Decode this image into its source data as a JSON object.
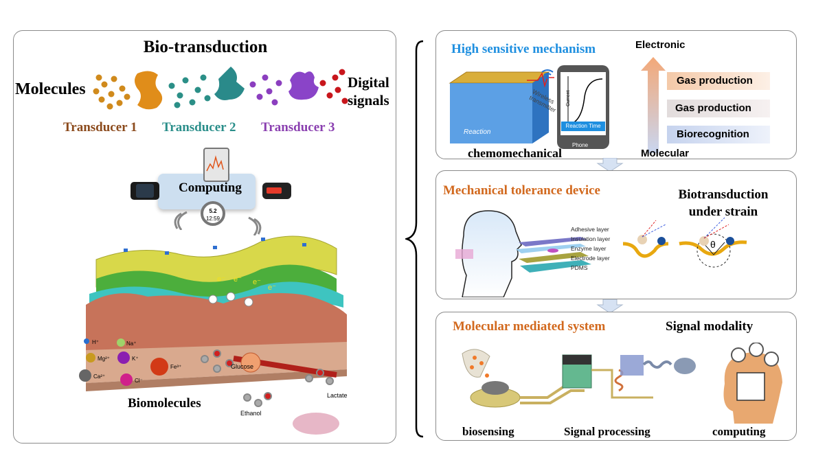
{
  "left": {
    "title": "Bio-transduction",
    "molecules_label": "Molecules",
    "digital_label_1": "Digital",
    "digital_label_2": "signals",
    "transducers": [
      "Transducer 1",
      "Transducer 2",
      "Transducer 3"
    ],
    "transducer_colors": [
      "#8b4a1c",
      "#2a8e8a",
      "#8a3fb0"
    ],
    "computing_label": "Computing",
    "watch_values": [
      "5.2",
      "12:59"
    ],
    "biomolecules_label": "Biomolecules",
    "ions": [
      "H⁺",
      "Na⁺",
      "Mg²⁺",
      "K⁺",
      "Fe³⁺",
      "Ca²⁺",
      "Cl⁻"
    ],
    "molecule_names": [
      "Glucose",
      "Ethanol",
      "Lactate"
    ],
    "electron_labels": [
      "e⁻",
      "e⁻",
      "e⁻",
      "e⁻"
    ]
  },
  "top": {
    "title": "High sensitive mechanism",
    "title_color": "#1e8fe0",
    "reaction_label": "Reaction",
    "wireless_label_1": "Wireless",
    "wireless_label_2": "transmitter",
    "plot_ylabel": "Current",
    "plot_xlabel": "Reaction Time",
    "phone_label": "Phone",
    "chemo_label": "chemomechanical",
    "electronic_label": "Electronic",
    "levels": [
      "Gas production",
      "Gas production",
      "Biorecognition"
    ],
    "molecular_label": "Molecular"
  },
  "mid": {
    "title": "Mechanical tolerance device",
    "title_color": "#d2691e",
    "layers": [
      "Adhesive layer",
      "Insulation layer",
      "Enzyme layer",
      "Electrode layer",
      "PDMS"
    ],
    "bio_title_1": "Biotransduction",
    "bio_title_2": "under strain",
    "theta": "θ"
  },
  "bot": {
    "title": "Molecular mediated system",
    "title_color": "#d2691e",
    "modality_label": "Signal modality",
    "biosensing_label": "biosensing",
    "processing_label": "Signal processing",
    "computing_label": "computing"
  }
}
